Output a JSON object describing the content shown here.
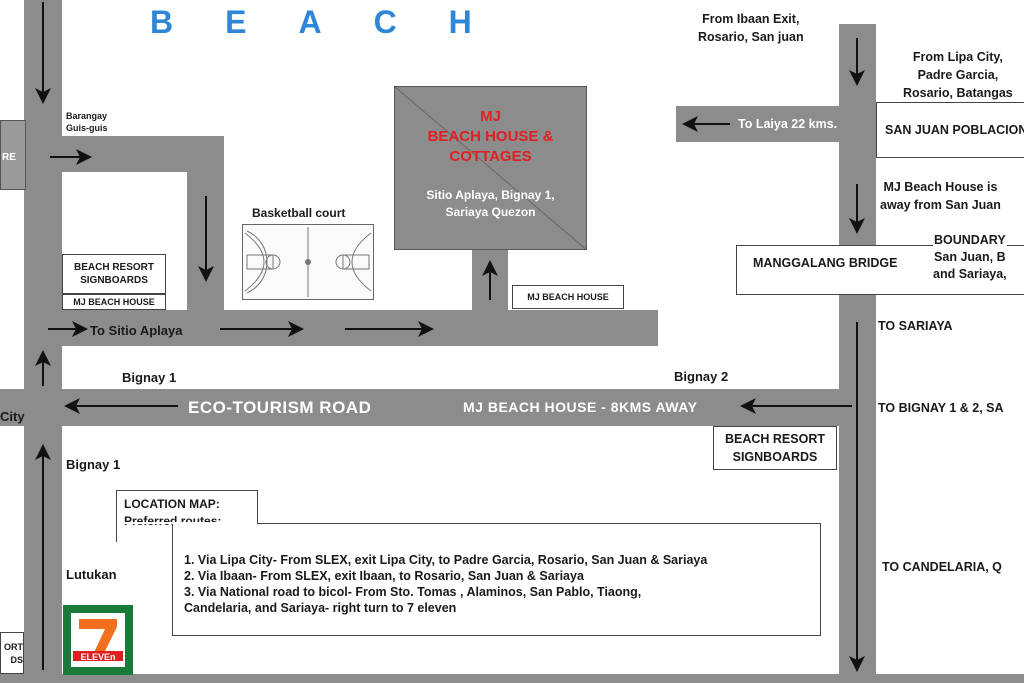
{
  "title": "BEACH",
  "resort": {
    "name_lines": [
      "MJ",
      "BEACH HOUSE &",
      "COTTAGES"
    ],
    "address_lines": [
      "Sitio Aplaya, Bignay 1,",
      "Sariaya Quezon"
    ]
  },
  "labels": {
    "barangay": [
      "Barangay",
      "Guis-guis"
    ],
    "basketball": "Basketball court",
    "beach_resort_signboards_left": [
      "BEACH RESORT",
      "SIGNBOARDS"
    ],
    "mj_beach_house_small_left": "MJ BEACH HOUSE",
    "mj_beach_house_small_center": "MJ BEACH HOUSE",
    "to_sitio_aplaya": "To Sitio Aplaya",
    "bignay1_top": "Bignay 1",
    "bignay2": "Bignay 2",
    "eco_road": "ECO-TOURISM ROAD",
    "mj_8kms": "MJ BEACH HOUSE - 8KMS AWAY",
    "bignay1_left": "Bignay 1",
    "lutukan": "Lutukan",
    "city_partial": "City",
    "re_partial": "RE",
    "ds_partial": [
      "ORT",
      "DS"
    ],
    "from_ibaan": [
      "From Ibaan Exit,",
      "Rosario, San juan"
    ],
    "from_lipa": [
      "From Lipa City,",
      "Padre Garcia,",
      "Rosario, Batangas"
    ],
    "to_laiya": "To Laiya 22 kms.",
    "san_juan_poblacion": "SAN JUAN POBLACION",
    "mj_away": [
      "MJ Beach House is",
      "away from San Juan"
    ],
    "boundary": [
      "BOUNDARY",
      "San Juan, B",
      "and Sariaya,"
    ],
    "manggalang": "MANGGALANG BRIDGE",
    "to_sariaya": "TO SARIAYA",
    "to_bignay": "TO BIGNAY 1 & 2, SA",
    "beach_resort_signboards_right": [
      "BEACH RESORT",
      "SIGNBOARDS"
    ],
    "to_candelaria": "TO CANDELARIA, Q",
    "seven_eleven": "ELEVEn"
  },
  "location_map": {
    "title": "LOCATION MAP:",
    "subtitle": "Preferred routes:",
    "routes": [
      "1. Via Lipa City- From SLEX, exit Lipa City, to Padre Garcia, Rosario, San Juan & Sariaya",
      "2. Via Ibaan- From SLEX, exit Ibaan, to Rosario, San Juan & Sariaya",
      "3. Via National road to bicol- From  Sto. Tomas   , Alaminos, San Pablo, Tiaong,",
      "Candelaria, and Sariaya- right turn to 7 eleven"
    ]
  },
  "colors": {
    "road": "#8c8c8c",
    "title": "#2e86d6",
    "resort_name": "#e02020",
    "seven_green": "#1a7a3a",
    "seven_orange": "#f07020",
    "seven_red": "#e02020"
  }
}
